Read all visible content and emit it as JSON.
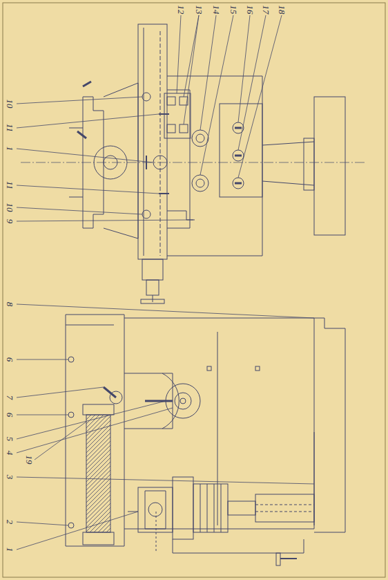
{
  "diagram": {
    "labels": [
      "10",
      "11",
      "1",
      "11",
      "10",
      "9",
      "12",
      "13",
      "14",
      "15",
      "16",
      "17",
      "18",
      "8",
      "6",
      "7",
      "6",
      "5",
      "4",
      "3",
      "19",
      "2",
      "1"
    ]
  }
}
